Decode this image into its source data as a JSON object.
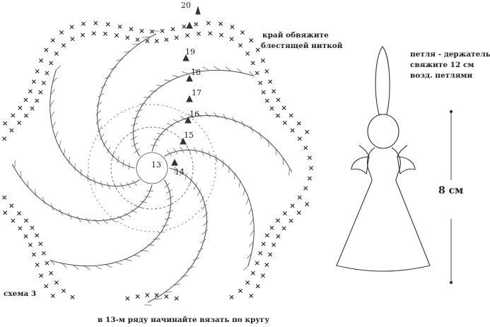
{
  "rows": {
    "label_top": "20",
    "label_19": "19",
    "label_18": "18",
    "label_17": "17",
    "label_16": "16",
    "label_15": "15",
    "label_13": "13",
    "label_14": "14"
  },
  "annotations": {
    "edge_note_line1": "край обвяжите",
    "edge_note_line2": "блестящей ниткой",
    "loop_note_line1": "петля - держатель",
    "loop_note_line2": "свяжите 12 см",
    "loop_note_line3": "возд. петлями",
    "size": "8 см",
    "scheme": "схема 3",
    "round_note": "в 13-м ряду начинайте вязать по кругу"
  }
}
